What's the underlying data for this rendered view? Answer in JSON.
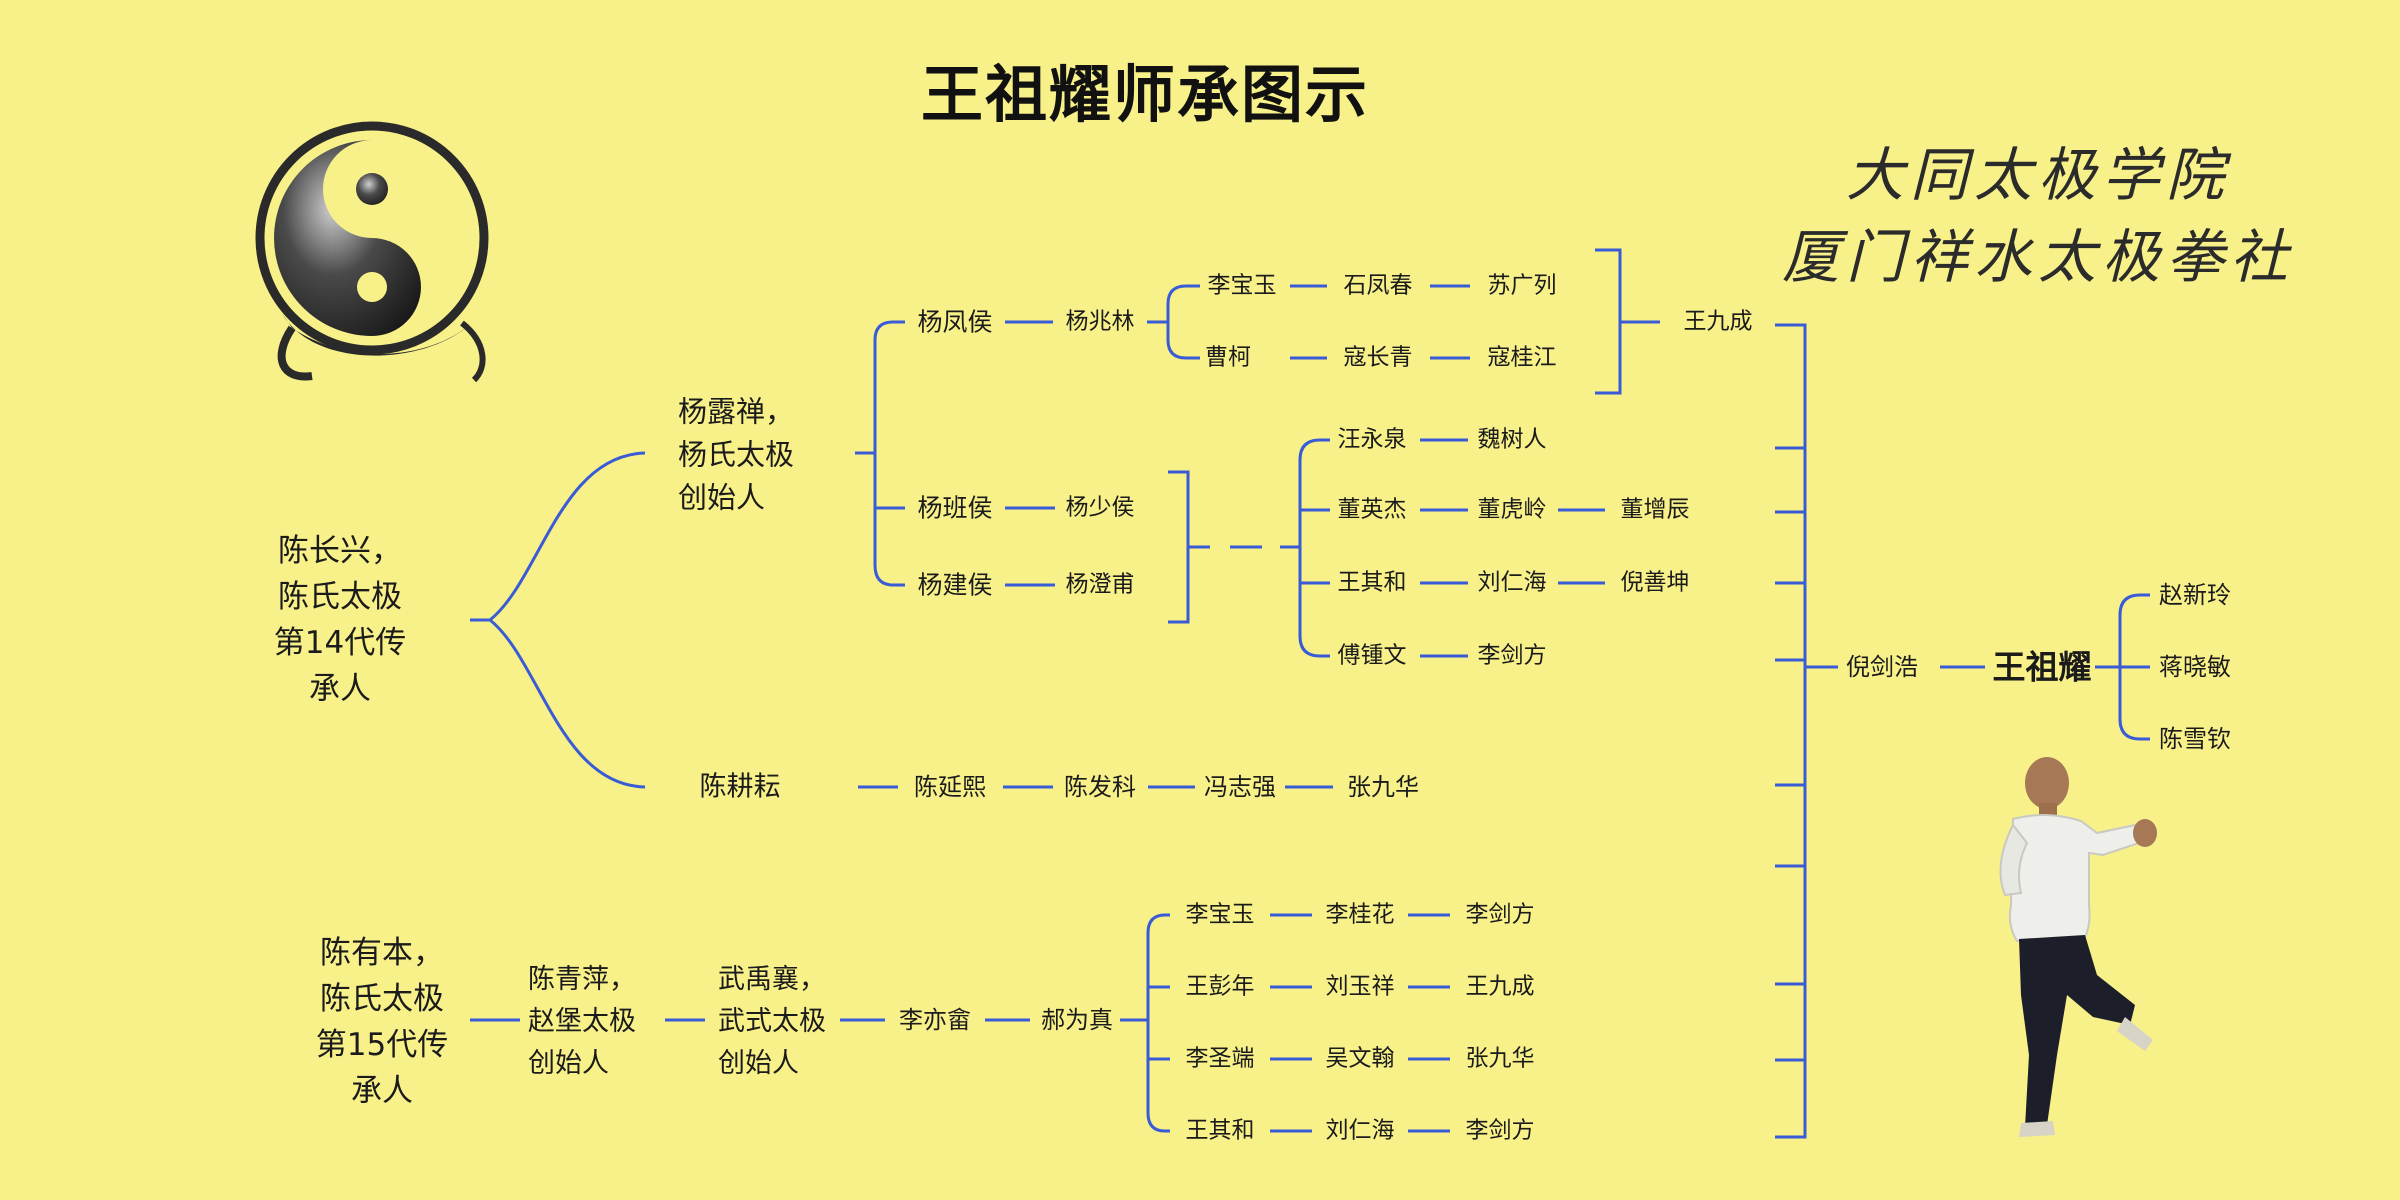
{
  "title": "王祖耀师承图示",
  "brand": {
    "line1": "大同太极学院",
    "line2": "厦门祥水太极拳社"
  },
  "colors": {
    "background": "#f8f18a",
    "line": "#3a5bd6",
    "text": "#1b1b1b"
  },
  "root1": [
    "陈长兴，",
    "陈氏太极",
    "第14代传",
    "承人"
  ],
  "yang": [
    "杨露禅，",
    "杨氏太极",
    "创始人"
  ],
  "chen_branch": "陈耕耘",
  "yang_sons": {
    "fenghou": "杨凤侯",
    "banhou": "杨班侯",
    "jianhou": "杨建侯"
  },
  "gen3": {
    "zhaolin": "杨兆林",
    "shaohou": "杨少侯",
    "chengfu": "杨澄甫"
  },
  "zhaolin_line": {
    "a1": "李宝玉",
    "a2": "石凤春",
    "a3": "苏广列",
    "b1": "曹柯",
    "b2": "寇长青",
    "b3": "寇桂江"
  },
  "wang_jiucheng": "王九成",
  "cf_line": {
    "r1": [
      "汪永泉",
      "魏树人"
    ],
    "r2": [
      "董英杰",
      "董虎岭",
      "董增辰"
    ],
    "r3": [
      "王其和",
      "刘仁海",
      "倪善坤"
    ],
    "r4": [
      "傅锺文",
      "李剑方"
    ]
  },
  "chen_line": [
    "陈延熙",
    "陈发科",
    "冯志强",
    "张九华"
  ],
  "root2": [
    "陈有本，",
    "陈氏太极",
    "第15代传",
    "承人"
  ],
  "zhaobao": [
    "陈青萍，",
    "赵堡太极",
    "创始人"
  ],
  "wu": [
    "武禹襄，",
    "武式太极",
    "创始人"
  ],
  "wu_line": {
    "li": "李亦畲",
    "hao": "郝为真"
  },
  "hao_line": {
    "r1": [
      "李宝玉",
      "李桂花",
      "李剑方"
    ],
    "r2": [
      "王彭年",
      "刘玉祥",
      "王九成"
    ],
    "r3": [
      "李圣端",
      "吴文翰",
      "张九华"
    ],
    "r4": [
      "王其和",
      "刘仁海",
      "李剑方"
    ]
  },
  "teacher": "倪剑浩",
  "target": "王祖耀",
  "students": [
    "赵新玲",
    "蒋晓敏",
    "陈雪钦"
  ],
  "icons": {
    "logo": "taiji-yin-yang-icon",
    "photo": "tai-chi-practitioner-figure"
  }
}
